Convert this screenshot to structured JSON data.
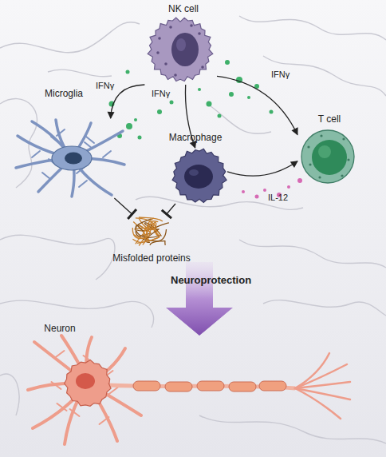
{
  "diagram": {
    "nodes": [
      {
        "text": [
          "NK cell"
        ]
      },
      {
        "text": [
          "Microglia"
        ]
      },
      {
        "text": [
          "Macrophage"
        ]
      },
      {
        "text": [
          "T cell"
        ]
      },
      {
        "text": [
          "Misfolded proteins"
        ]
      },
      {
        "text": [
          "Neuron"
        ]
      }
    ],
    "edges": [
      {
        "from": 0,
        "to": 1,
        "label": "IFNγ",
        "arrow": "to"
      },
      {
        "from": 0,
        "to": 2,
        "label": "IFNγ",
        "arrow": "to"
      },
      {
        "from": 0,
        "to": 3,
        "label": "IFNγ",
        "arrow": "to"
      },
      {
        "from": 2,
        "to": 3,
        "label": "IL-12",
        "arrow": "to"
      },
      {
        "from": 1,
        "to": 4,
        "arrow": "to"
      },
      {
        "from": 2,
        "to": 4,
        "arrow": "to"
      }
    ],
    "labels": [
      "Neuroprotection"
    ]
  }
}
